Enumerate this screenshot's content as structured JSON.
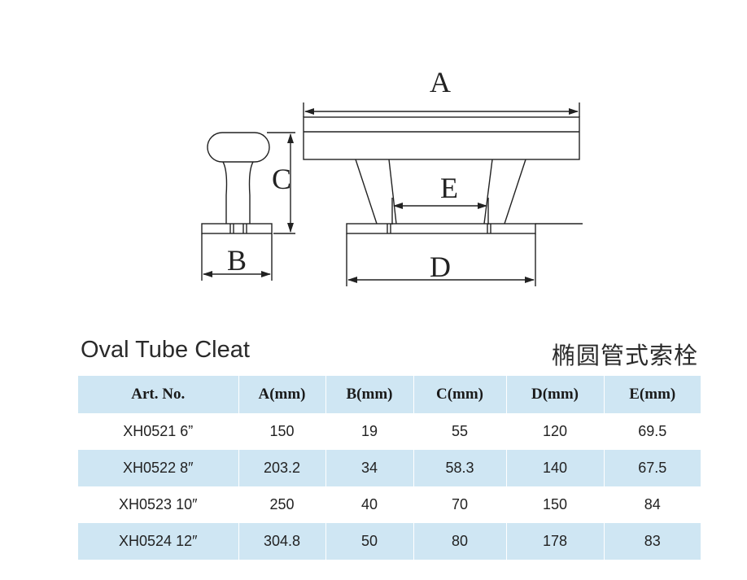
{
  "drawing": {
    "labels": {
      "a": "A",
      "b": "B",
      "c": "C",
      "d": "D",
      "e": "E"
    }
  },
  "title_en": "Oval Tube Cleat",
  "title_cn": "椭圆管式索栓",
  "table": {
    "headers": [
      "Art. No.",
      "A(mm)",
      "B(mm)",
      "C(mm)",
      "D(mm)",
      "E(mm)"
    ],
    "rows": [
      [
        "XH0521 6”",
        "150",
        "19",
        "55",
        "120",
        "69.5"
      ],
      [
        "XH0522 8″",
        "203.2",
        "34",
        "58.3",
        "140",
        "67.5"
      ],
      [
        "XH0523 10″",
        "250",
        "40",
        "70",
        "150",
        "84"
      ],
      [
        "XH0524 12″",
        "304.8",
        "50",
        "80",
        "178",
        "83"
      ]
    ]
  },
  "colors": {
    "header_bg": "#cfe6f3",
    "stripe_bg": "#cfe6f3",
    "line": "#222222"
  }
}
